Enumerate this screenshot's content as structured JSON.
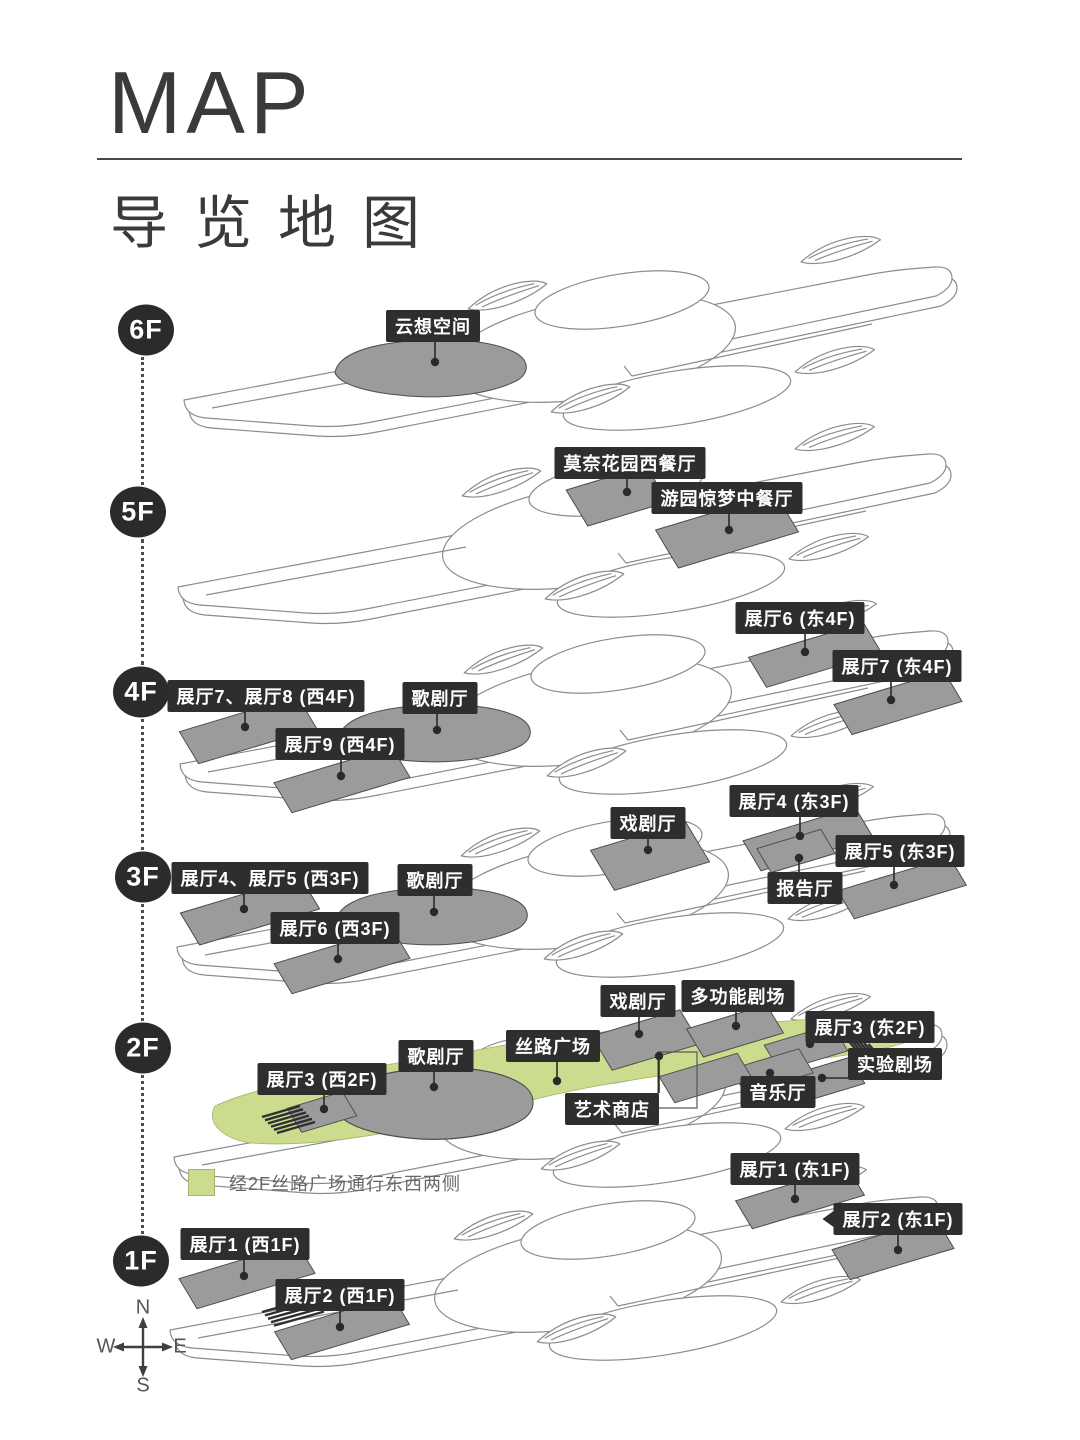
{
  "page": {
    "title": "MAP",
    "subtitle": "导览地图"
  },
  "legend": {
    "text": "经2F丝路广场通行东西两侧"
  },
  "compass": {
    "n": "N",
    "e": "E",
    "s": "S",
    "w": "W"
  },
  "colors": {
    "label_bg": "#2e2e2e",
    "badge_bg": "#2b2b2b",
    "room_gray": "#9b9b9b",
    "plaza_green": "#cbdc8e",
    "outline_gray": "#8c8c8c"
  },
  "floors": [
    {
      "id": "6F",
      "badge": "6F",
      "labels": [
        {
          "text": "云想空间"
        }
      ]
    },
    {
      "id": "5F",
      "badge": "5F",
      "labels": [
        {
          "text": "莫奈花园西餐厅"
        },
        {
          "text": "游园惊梦中餐厅"
        }
      ]
    },
    {
      "id": "4F",
      "badge": "4F",
      "labels": [
        {
          "text": "展厅6 (东4F)"
        },
        {
          "text": "展厅7 (东4F)"
        },
        {
          "text": "展厅7、展厅8 (西4F)"
        },
        {
          "text": "歌剧厅"
        },
        {
          "text": "展厅9 (西4F)"
        }
      ]
    },
    {
      "id": "3F",
      "badge": "3F",
      "labels": [
        {
          "text": "展厅4 (东3F)"
        },
        {
          "text": "戏剧厅"
        },
        {
          "text": "展厅5 (东3F)"
        },
        {
          "text": "展厅4、展厅5 (西3F)"
        },
        {
          "text": "歌剧厅"
        },
        {
          "text": "报告厅"
        },
        {
          "text": "展厅6 (西3F)"
        }
      ]
    },
    {
      "id": "2F",
      "badge": "2F",
      "labels": [
        {
          "text": "戏剧厅"
        },
        {
          "text": "多功能剧场"
        },
        {
          "text": "展厅3 (东2F)"
        },
        {
          "text": "丝路广场"
        },
        {
          "text": "歌剧厅"
        },
        {
          "text": "实验剧场"
        },
        {
          "text": "展厅3 (西2F)"
        },
        {
          "text": "艺术商店"
        },
        {
          "text": "音乐厅"
        }
      ]
    },
    {
      "id": "1F",
      "badge": "1F",
      "labels": [
        {
          "text": "展厅1 (东1F)"
        },
        {
          "text": "展厅2 (东1F)"
        },
        {
          "text": "展厅1 (西1F)"
        },
        {
          "text": "展厅2 (西1F)"
        }
      ]
    }
  ]
}
